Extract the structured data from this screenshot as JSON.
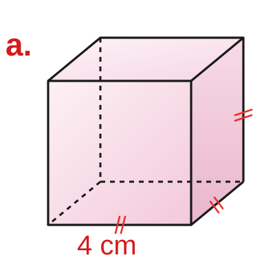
{
  "part_label": "a.",
  "dimension_label": "4 cm",
  "colors": {
    "part_label": "#d7191c",
    "dimension_label": "#d7191c",
    "tick_marks": "#e8302f",
    "edges": "#1a1a1a",
    "face_light": "#fbe8ef",
    "face_mid": "#f6d4e1",
    "face_dark": "#efc0d4"
  },
  "icons": {
    "congruence_mark": "double-tick-mark"
  }
}
